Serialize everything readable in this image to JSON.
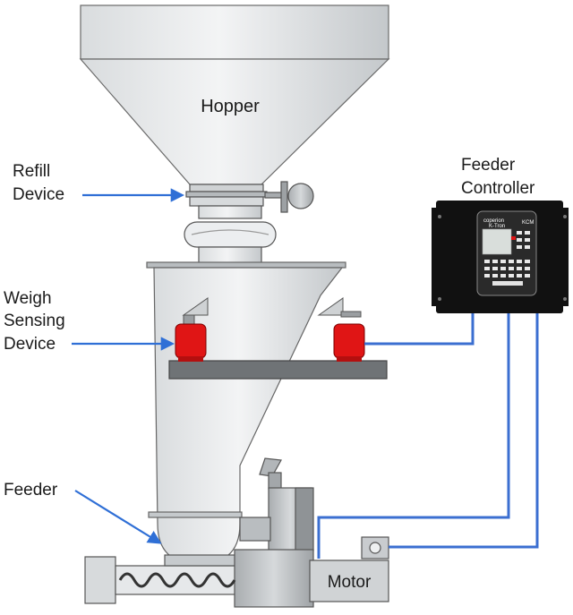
{
  "labels": {
    "hopper": "Hopper",
    "refill_line1": "Refill",
    "refill_line2": "Device",
    "weigh_line1": "Weigh",
    "weigh_line2": "Sensing",
    "weigh_line3": "Device",
    "feeder": "Feeder",
    "controller_line1": "Feeder",
    "controller_line2": "Controller",
    "motor": "Motor"
  },
  "controller_screen": {
    "brand": "coperion",
    "model": "K-Tron",
    "tag": "KCM"
  },
  "colors": {
    "arrow_blue": "#2f6fd6",
    "wire_blue": "#3b6fd1",
    "load_cell_red": "#e01515",
    "steel_light": "#e6e8ea",
    "steel_mid": "#bfc3c6",
    "outline": "#555555",
    "controller_black": "#111111"
  }
}
